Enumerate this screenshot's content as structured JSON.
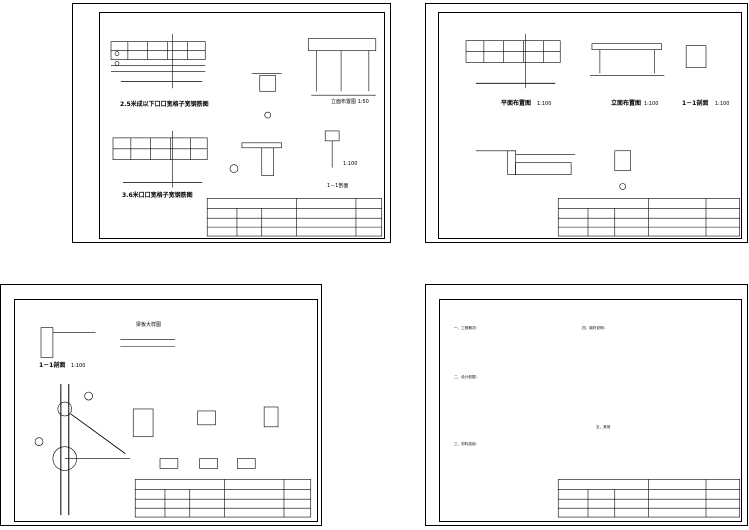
{
  "sheets": [
    {
      "id": "sheet1",
      "labels": {
        "plan_title_a": "2.5米成以下口口宽格子宽钢筋图",
        "plan_title_b": "3.6米口口宽格子宽钢筋图",
        "elev_title": "立面布置图 1:50",
        "section_title": "1－1剖面",
        "detail_no": "①",
        "scale": "1:100"
      }
    },
    {
      "id": "sheet2",
      "labels": {
        "plan_title": "平面布置图",
        "plan_scale": "1:100",
        "elev_title": "立面布置图",
        "elev_scale": "1:100",
        "section_title": "1－1剖面",
        "section_scale": "1:100",
        "detail_no": "①"
      }
    },
    {
      "id": "sheet3",
      "labels": {
        "section_title": "1－1剖面",
        "section_scale": "1:100",
        "beam_title": "梁板大样图",
        "detail_no": "①"
      }
    },
    {
      "id": "sheet4",
      "labels": {
        "item1": "一、工程概况：",
        "item2": "二、设计依据：",
        "item3": "三、材料选用：",
        "item4": "四、钢材说明：",
        "item5": "五、其他"
      }
    }
  ]
}
